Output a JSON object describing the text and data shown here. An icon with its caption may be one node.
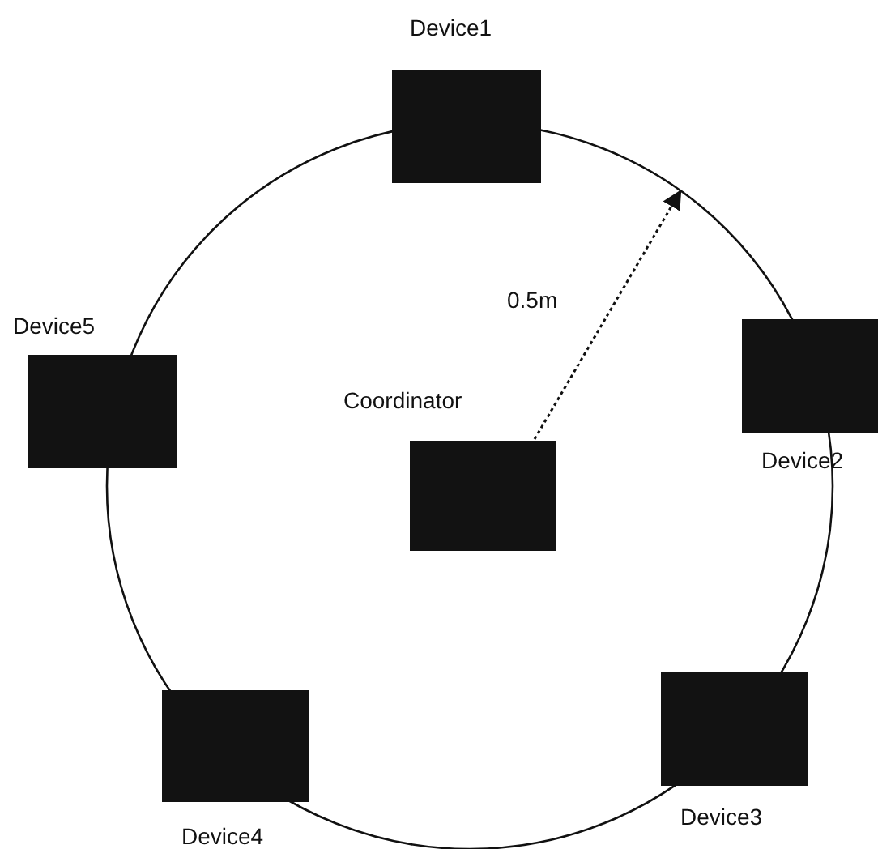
{
  "diagram": {
    "nodes": [
      {
        "text": [
          "Device1"
        ]
      },
      {
        "text": [
          "Device5"
        ]
      },
      {
        "text": [
          "Coordinator"
        ]
      },
      {
        "text": [
          "Device2"
        ]
      },
      {
        "text": [
          "Device4"
        ]
      },
      {
        "text": [
          "Device3"
        ]
      }
    ],
    "labels": [
      "0.5m"
    ]
  }
}
